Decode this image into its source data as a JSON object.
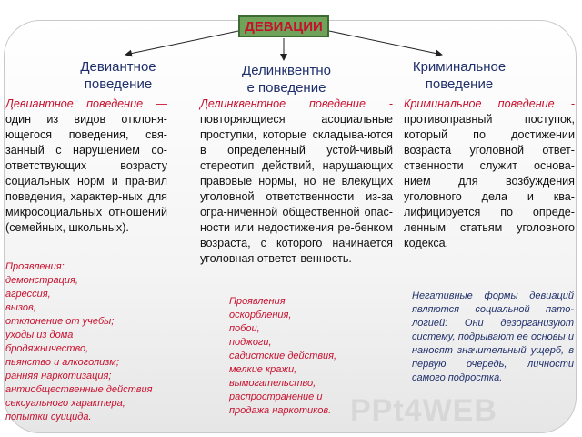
{
  "title": "ДЕВИАЦИИ",
  "columns": [
    {
      "heading": "Девиантное\nповедение",
      "lead": "Девиантное поведение —",
      "text": " один из видов отклоня-ющегося поведения, свя-занный с нарушением со-ответствующих возрасту социальных норм и пра-вил поведения, характер-ных для микросоциальных отношений (семейных, школьных).",
      "list_title": "Проявления:",
      "items": [
        "демонстрация,",
        "агрессия,",
        "вызов,",
        "отклонение от учебы;",
        "уходы из дома",
        "бродяжничество,",
        "пьянство и алкоголизм;",
        "ранняя наркотизация;",
        "антиобщественные действия",
        "сексуального характера;",
        "попытки суицида."
      ]
    },
    {
      "heading": "Делинквентно\nе поведение",
      "lead": "Делинквентное поведение -",
      "text": " повторяющиеся асоциальные проступки, которые складыва-ются в определенный устой-чивый стереотип действий, нарушающих правовые нормы, но не влекущих уголовной ответственности из-за огра-ниченной общественной опас-ности или недостижения ре-бенком возраста, с которого начинается уголовная ответст-венность.",
      "list_title": "Проявления",
      "items": [
        "оскорбления,",
        "побои,",
        "поджоги,",
        "садистские действия,",
        "мелкие кражи,",
        "вымогательство,",
        "распространение и",
        "продажа наркотиков."
      ]
    },
    {
      "heading": "Криминальное\nповедение",
      "lead": "Криминальное поведение -",
      "text": " противоправный поступок, который по достижении возраста уголовной ответ-ственности служит основа-нием для возбуждения уголовного дела и ква-лифицируется по опреде-ленным статьям уголовного кодекса.",
      "note": "Негативные формы девиаций являются социальной пато-логией: Они дезорганизуют систему, подрывают ее основы и наносят значительный ущерб, в первую очередь, личности самого подростка."
    }
  ],
  "watermark": "PPt4WEB",
  "colors": {
    "title_fill": "#6fa35a",
    "title_text": "#c8102e",
    "heading": "#1f2f6b",
    "accent_red": "#c8102e"
  }
}
